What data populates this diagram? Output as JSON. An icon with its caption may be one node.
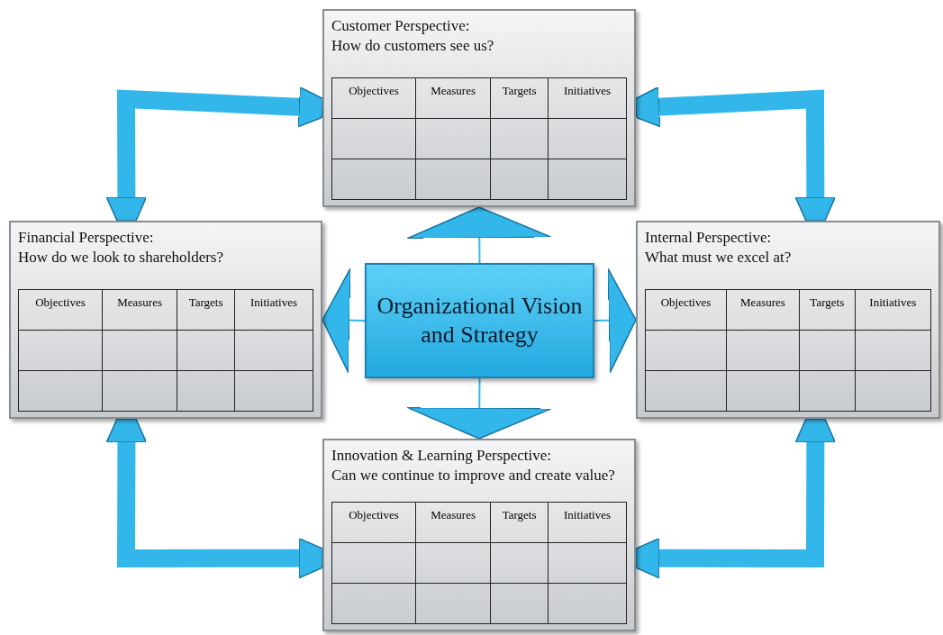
{
  "diagram": {
    "nodes": [
      {
        "text": [
          "Customer Perspective:",
          "How do customers see us?"
        ]
      },
      {
        "text": [
          "Financial Perspective:",
          "How do we look to shareholders?"
        ]
      },
      {
        "text": [
          "Organizational Vision and Strategy"
        ]
      },
      {
        "text": [
          "Internal Perspective:",
          "What must we excel at?"
        ]
      },
      {
        "text": [
          "Innovation & Learning Perspective:",
          "Can we continue to improve and create value?"
        ]
      }
    ],
    "edges": [
      {
        "from": 2,
        "to": 0,
        "arrow": "to"
      },
      {
        "from": 2,
        "to": 1,
        "arrow": "to"
      },
      {
        "from": 2,
        "to": 3,
        "arrow": "to"
      },
      {
        "from": 2,
        "to": 4,
        "arrow": "to"
      },
      {
        "from": 1,
        "to": 0,
        "arrow": "both",
        "style": "thick"
      },
      {
        "from": 0,
        "to": 3,
        "arrow": "both",
        "style": "thick"
      },
      {
        "from": 3,
        "to": 4,
        "arrow": "both",
        "style": "thick"
      },
      {
        "from": 4,
        "to": 1,
        "arrow": "both",
        "style": "thick"
      }
    ],
    "labels": [
      "Objectives",
      "Measures",
      "Targets",
      "Initiatives",
      "Objectives",
      "Measures",
      "Targets",
      "Initiatives",
      "Objectives",
      "Measures",
      "Targets",
      "Initiatives",
      "Objectives",
      "Measures",
      "Targets",
      "Initiatives"
    ]
  }
}
